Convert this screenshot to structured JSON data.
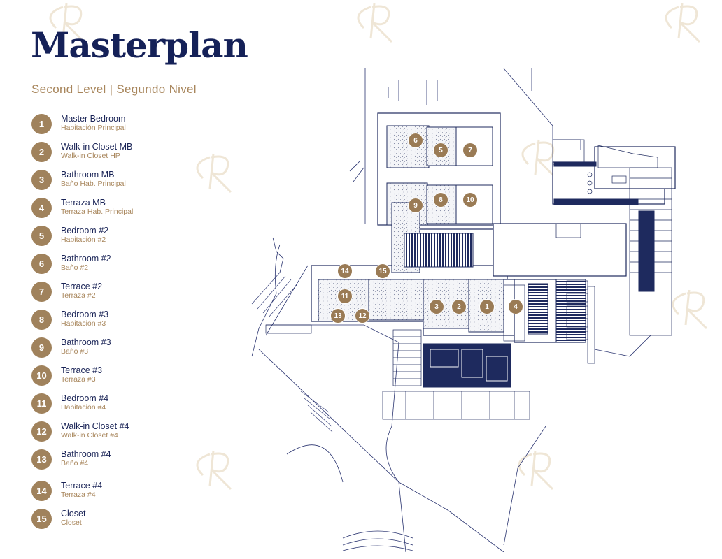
{
  "title": "Masterplan",
  "subtitle": "Second Level | Segundo Nivel",
  "colors": {
    "navy": "#152158",
    "gold": "#a0825c"
  },
  "legend": [
    {
      "number": "1",
      "en": "Master Bedroom",
      "es": "Habitación Principal"
    },
    {
      "number": "2",
      "en": "Walk-in Closet MB",
      "es": "Walk-in Closet HP"
    },
    {
      "number": "3",
      "en": "Bathroom MB",
      "es": "Baño Hab. Principal"
    },
    {
      "number": "4",
      "en": "Terraza MB",
      "es": "Terraza Hab. Principal"
    },
    {
      "number": "5",
      "en": "Bedroom #2",
      "es": "Habitación #2"
    },
    {
      "number": "6",
      "en": "Bathroom #2",
      "es": "Baño #2"
    },
    {
      "number": "7",
      "en": "Terrace #2",
      "es": "Terraza #2"
    },
    {
      "number": "8",
      "en": "Bedroom #3",
      "es": "Habitación #3"
    },
    {
      "number": "9",
      "en": "Bathroom #3",
      "es": "Baño #3"
    },
    {
      "number": "10",
      "en": "Terrace #3",
      "es": "Terraza #3"
    },
    {
      "number": "11",
      "en": "Bedroom #4",
      "es": "Habitación #4"
    },
    {
      "number": "12",
      "en": "Walk-in Closet #4",
      "es": "Walk-in Closet #4"
    },
    {
      "number": "13",
      "en": "Bathroom #4",
      "es": "Baño #4"
    },
    {
      "number": "14",
      "en": "Terrace #4",
      "es": "Terraza #4"
    },
    {
      "number": "15",
      "en": "Closet",
      "es": "Closet"
    }
  ],
  "plan_markers": [
    "1",
    "2",
    "3",
    "4",
    "5",
    "6",
    "7",
    "8",
    "9",
    "10",
    "11",
    "12",
    "13",
    "14",
    "15"
  ]
}
